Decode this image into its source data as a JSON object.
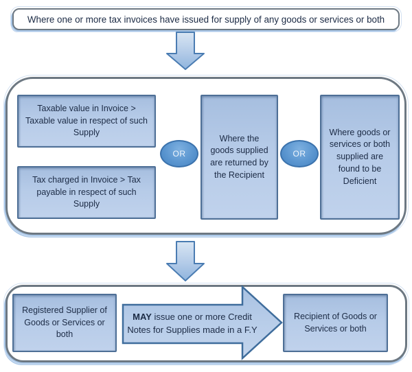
{
  "colors": {
    "box_fill": "#b6cbe8",
    "box_border": "#4e6f96",
    "panel_border": "#6d7882",
    "accent_shadow": "#a9c7e8",
    "or_fill": "#5b96d0",
    "or_border": "#3b72ac",
    "text": "#1c2b45"
  },
  "banner": {
    "text": "Where one or more tax invoices have issued for supply of any goods or services or both"
  },
  "conditions": {
    "or_label": "OR",
    "boxes": [
      {
        "text": "Taxable value in Invoice > Taxable value in respect of such Supply"
      },
      {
        "text": "Tax charged in Invoice > Tax payable in respect of such Supply"
      },
      {
        "text": "Where the goods supplied are returned by the Recipient"
      },
      {
        "text": "Where goods or services or both supplied are found to be Deficient"
      }
    ]
  },
  "action": {
    "supplier": "Registered Supplier of Goods or Services or both",
    "arrow_bold": "MAY",
    "arrow_rest": " issue one or more Credit Notes for Supplies made in a F.Y",
    "recipient": "Recipient of Goods or Services or both"
  }
}
